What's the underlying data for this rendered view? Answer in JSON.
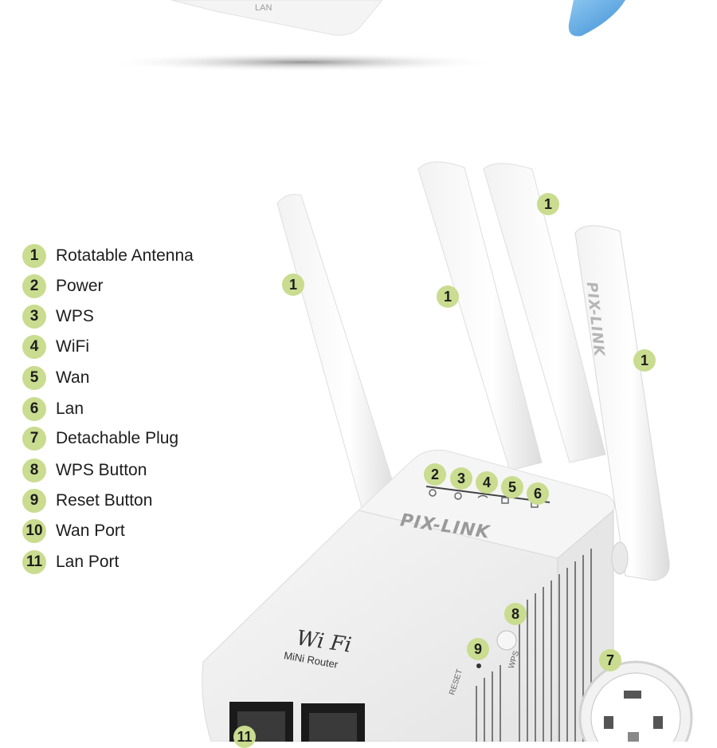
{
  "legend": [
    {
      "num": "1",
      "label": "Rotatable Antenna"
    },
    {
      "num": "2",
      "label": "Power"
    },
    {
      "num": "3",
      "label": "WPS"
    },
    {
      "num": "4",
      "label": "WiFi"
    },
    {
      "num": "5",
      "label": "Wan"
    },
    {
      "num": "6",
      "label": "Lan"
    },
    {
      "num": "7",
      "label": "Detachable Plug"
    },
    {
      "num": "8",
      "label": "WPS Button"
    },
    {
      "num": "9",
      "label": "Reset Button"
    },
    {
      "num": "10",
      "label": "Wan Port"
    },
    {
      "num": "11",
      "label": "Lan Port"
    }
  ],
  "device": {
    "brand": "PIX-LINK",
    "logo_text": "Wi Fi",
    "subtitle": "MiNi Router",
    "antenna_brand": "PIX-LINK",
    "reset_label": "RESET",
    "wps_label": "WPS"
  },
  "top_fragment": {
    "port_label": "LAN"
  },
  "callouts": [
    "1",
    "1",
    "1",
    "1",
    "2",
    "3",
    "4",
    "5",
    "6",
    "7",
    "8",
    "9",
    "11"
  ],
  "colors": {
    "badge": "#c9dc8f",
    "text": "#1d1d1d",
    "accent_blue": "#4a9be0"
  }
}
